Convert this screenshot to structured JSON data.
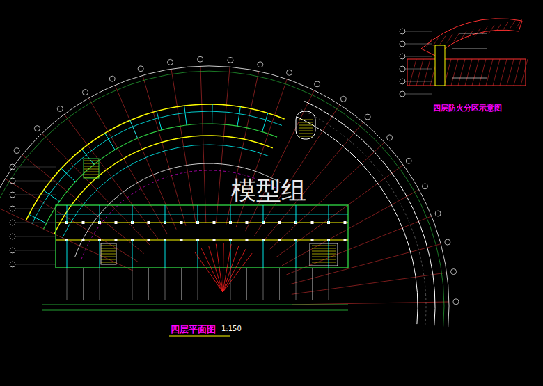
{
  "diagram": {
    "title": "四层平面图",
    "labels": [
      "1:150",
      "四层防火分区示意图",
      "模型组"
    ]
  }
}
